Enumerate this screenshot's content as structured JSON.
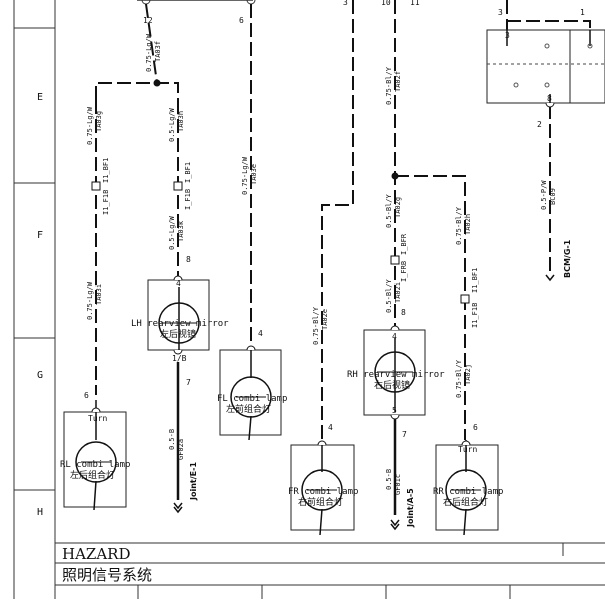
{
  "rows": [
    "E",
    "F",
    "G",
    "H"
  ],
  "title": {
    "en": "HAZARD",
    "cn": "照明信号系统"
  },
  "top_pins": [
    "12",
    "6",
    "3",
    "10",
    "11",
    "3",
    "1"
  ],
  "wires": {
    "w1": {
      "spec": "0.75-Lg/W",
      "code": "TA03f"
    },
    "w2": {
      "spec": "0.75-Lg/W",
      "code": "TA03g"
    },
    "w3": {
      "spec": "0.5-Lg/W",
      "code": "TA03h"
    },
    "w4": {
      "spec": "0.75-Lg/W",
      "code": "TA03e"
    },
    "w5": {
      "spec": "0.5-Lg/W",
      "code": "TA03k"
    },
    "w6": {
      "spec": "0.75-Lg/W",
      "code": "TA03i"
    },
    "w7": {
      "spec": "0.75-Bl/Y",
      "code": "TA02f"
    },
    "w8": {
      "spec": "0.5-Bl/Y",
      "code": "TA02g"
    },
    "w9": {
      "spec": "0.75-Bl/Y",
      "code": "TA02h"
    },
    "w10": {
      "spec": "0.5-Bl/Y",
      "code": "TA02i"
    },
    "w11": {
      "spec": "0.75-Bl/Y",
      "code": "TA02e"
    },
    "w12": {
      "spec": "0.75-Bl/Y",
      "code": "TA02j"
    },
    "w13": {
      "spec": "0.5-P/W",
      "code": "BC09"
    },
    "w14": {
      "spec": "0.5-B",
      "code": "GF02a"
    },
    "w15": {
      "spec": "0.5-B",
      "code": "GF01c"
    }
  },
  "splices": {
    "s1": {
      "a": "I1_BF1",
      "b": "I1_F1B"
    },
    "s2": {
      "a": "I_BF1",
      "b": "I_F1B"
    },
    "s3": {
      "a": "I_BFR",
      "b": "I_FRB"
    },
    "s4": {
      "a": "I1_BF1",
      "b": "I1_F1B"
    }
  },
  "components": {
    "lh_mirror": {
      "en": "LH rearview mirror",
      "cn": "左后视镜",
      "pin_top": "4",
      "pin_mid": "1/B",
      "pin_bottom": "7",
      "pin_in": "8"
    },
    "rh_mirror": {
      "en": "RH rearview mirror",
      "cn": "右后视镜",
      "pin_top": "4",
      "pin_bottom": "5",
      "pin_out": "7",
      "pin_in": "8"
    },
    "rl_lamp": {
      "en": "RL combi lamp",
      "cn": "左后组合灯",
      "pin": "6",
      "tag": "Turn"
    },
    "fl_lamp": {
      "en": "FL combi lamp",
      "cn": "左前组合灯",
      "pin": "4"
    },
    "fr_lamp": {
      "en": "FR combi lamp",
      "cn": "右前组合灯",
      "pin": "4"
    },
    "rr_lamp": {
      "en": "RR combi lamp",
      "cn": "右后组合灯",
      "pin": "6",
      "tag": "Turn"
    },
    "bcm": {
      "pin_a": "3",
      "pin_b": "8",
      "pin_c": "2"
    }
  },
  "connectors": {
    "joint_e1": "Joint/E-1",
    "joint_a5": "Joint/A-5",
    "bcm_g1": "BCM/G-1"
  }
}
